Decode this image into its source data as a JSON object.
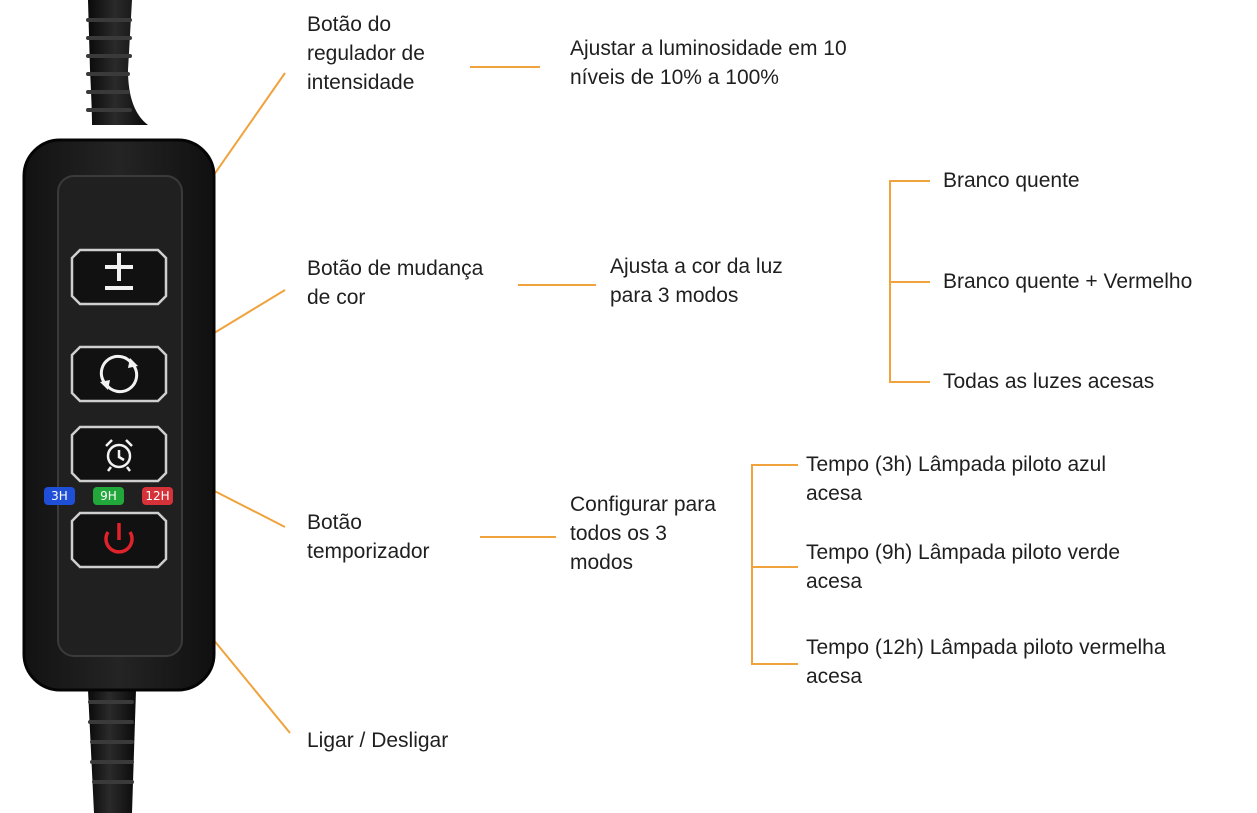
{
  "accent_line_color": "#f0a23c",
  "device": {
    "buttons": [
      {
        "id": "dimmer",
        "icon": "plus-minus-icon"
      },
      {
        "id": "color",
        "icon": "cycle-arrows-icon"
      },
      {
        "id": "timer",
        "icon": "alarm-clock-icon"
      },
      {
        "id": "power",
        "icon": "power-icon"
      }
    ],
    "indicators": [
      {
        "label": "3H",
        "color": "#1f4fd6"
      },
      {
        "label": "9H",
        "color": "#22a83a"
      },
      {
        "label": "12H",
        "color": "#d6323a"
      }
    ]
  },
  "callouts": {
    "dimmer_button": [
      "Botão do",
      "regulador de",
      "intensidade"
    ],
    "dimmer_desc": [
      "Ajustar a luminosidade em 10",
      "níveis de 10% a 100%"
    ],
    "color_button": [
      "Botão de mudança",
      "de cor"
    ],
    "color_desc": [
      "Ajusta a cor da luz",
      "para 3 modos"
    ],
    "color_modes": [
      "Branco quente",
      "Branco quente + Vermelho",
      "Todas as luzes acesas"
    ],
    "timer_button": [
      "Botão",
      "temporizador"
    ],
    "timer_desc": [
      "Configurar para",
      "todos os 3",
      "modos"
    ],
    "timer_modes": [
      [
        "Tempo (3h) Lâmpada piloto azul",
        "acesa"
      ],
      [
        "Tempo (9h) Lâmpada piloto verde",
        "acesa"
      ],
      [
        "Tempo (12h) Lâmpada piloto vermelha",
        "acesa"
      ]
    ],
    "power_button": "Ligar / Desligar"
  }
}
